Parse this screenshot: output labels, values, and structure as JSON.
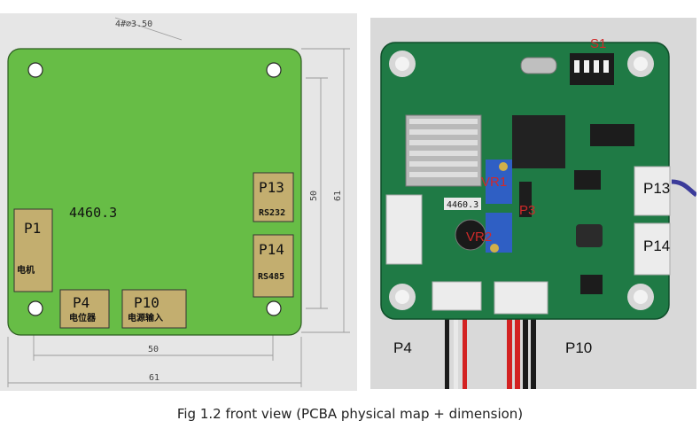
{
  "drawing": {
    "hole_callout": "4#∅3.50",
    "board_name": "4460.3",
    "dimensions": {
      "width_inner": "50",
      "width_outer": "61",
      "height_inner": "50",
      "height_outer": "61"
    },
    "connectors": [
      {
        "id": "p1",
        "label": "P1",
        "sub": "电机"
      },
      {
        "id": "p4",
        "label": "P4",
        "sub": "电位器"
      },
      {
        "id": "p10",
        "label": "P10",
        "sub": "电源输入"
      },
      {
        "id": "p13",
        "label": "P13",
        "sub": "RS232"
      },
      {
        "id": "p14",
        "label": "P14",
        "sub": "RS485"
      }
    ]
  },
  "photo": {
    "labels": {
      "s1": "S1",
      "p13": "P13",
      "p14": "P14",
      "p4": "P4",
      "p10": "P10",
      "vr1": "VR1",
      "vr2": "VR2",
      "p3": "P3",
      "board_mark": "4460.3"
    },
    "colors": {
      "pcb": "#1f7a45",
      "label_red": "#d02a2a"
    }
  },
  "caption": "Fig 1.2 front view (PCBA physical map + dimension)"
}
